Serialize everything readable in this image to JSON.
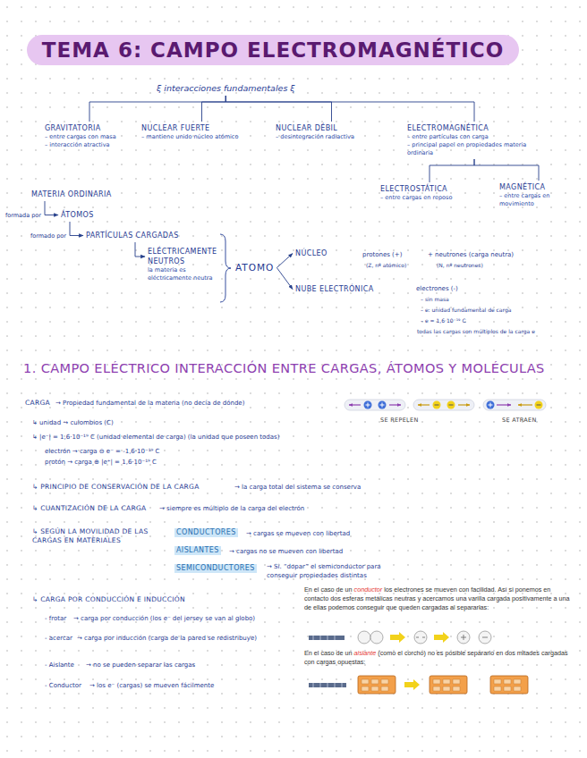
{
  "diagram": {
    "title": "TEMA 6: CAMPO ELECTROMAGNÉTICO",
    "nodes": [
      {
        "text": [
          "ξ interacciones fundamentales ξ"
        ]
      },
      {
        "text": [
          "GRAVITATORIA",
          "– entre cargas con masa",
          "– interacción atractiva"
        ]
      },
      {
        "text": [
          "NUCLEAR FUERTE",
          "– mantiene unido núcleo atómico"
        ]
      },
      {
        "text": [
          "NUCLEAR DÉBIL",
          "– desintegración radiactiva"
        ]
      },
      {
        "text": [
          "ELECTROMAGNÉTICA",
          "– entre partículas con carga",
          "– principal papel en propiedades materia ordinaria"
        ]
      },
      {
        "text": [
          "ELECTROSTÁTICA",
          "– entre cargas en reposo"
        ]
      },
      {
        "text": [
          "MAGNÉTICA",
          "– entre cargas en movimiento"
        ]
      },
      {
        "text": [
          "MATERIA ORDINARIA"
        ]
      },
      {
        "text": [
          "ÁTOMOS"
        ]
      },
      {
        "text": [
          "PARTÍCULAS CARGADAS"
        ]
      },
      {
        "text": [
          "ELÉCTRICAMENTE NEUTROS",
          "la materia es eléctricamente neutra"
        ]
      },
      {
        "text": [
          "ATOMO"
        ]
      },
      {
        "text": [
          "NÚCLEO"
        ]
      },
      {
        "text": [
          "NUBE ELECTRÓNICA"
        ]
      }
    ],
    "edges": [
      {
        "from": 0,
        "to": 1,
        "arrow": "none"
      },
      {
        "from": 0,
        "to": 2,
        "arrow": "none"
      },
      {
        "from": 0,
        "to": 3,
        "arrow": "none"
      },
      {
        "from": 0,
        "to": 4,
        "arrow": "none"
      },
      {
        "from": 4,
        "to": 5,
        "arrow": "none"
      },
      {
        "from": 4,
        "to": 6,
        "arrow": "none"
      },
      {
        "from": 7,
        "to": 8,
        "label": "formada por",
        "arrow": "to"
      },
      {
        "from": 8,
        "to": 9,
        "label": "formado por",
        "arrow": "to"
      },
      {
        "from": 9,
        "to": 10,
        "arrow": "to"
      },
      {
        "from": 11,
        "to": 12,
        "arrow": "to"
      },
      {
        "from": 11,
        "to": 13,
        "arrow": "to"
      }
    ],
    "labels": [
      "protones (+)",
      "(Z, nº atómico)",
      "+ neutrones (carga neutra)",
      "(N, nº neutrones)",
      "electrones (-)",
      "– sin masa",
      "– e: unidad fundamental de carga",
      "– e = 1,6·10⁻¹⁹ C",
      "todas las cargas son múltiplos de la carga e",
      "1. CAMPO ELÉCTRICO INTERACCIÓN ENTRE CARGAS, ÁTOMOS Y MOLÉCULAS",
      "SE REPELEN",
      "SE ATRAEN",
      "CARGA",
      "→ Propiedad fundamental de la materia (no decía de dónde)",
      "↳ unidad → culombios (C)",
      "↳ |e⁻| = 1,6·10⁻¹⁹ C (unidad elemental de carga) (la unidad que poseen todas)",
      "electrón → carga ⊖ e⁻ = -1,6·10⁻¹⁹ C",
      "protón → carga ⊕ |e⁺| = 1,6·10⁻¹⁹ C",
      "↳ PRINCIPIO DE CONSERVACIÓN DE LA CARGA",
      "→ la carga total del sistema se conserva",
      "↳ CUANTIZACIÓN DE LA CARGA",
      "→ siempre es múltiplo de la carga del electrón",
      "↳ SEGÚN LA MOVILIDAD DE LAS CARGAS EN MATERIALES",
      "CONDUCTORES",
      "→ cargas se mueven con libertad",
      "AISLANTES",
      "→ cargas no se mueven con libertad",
      "SEMICONDUCTORES",
      "→ Si. “dopar” el semiconductor para conseguir propiedades distintas",
      "↳ CARGA POR CONDUCCIÓN E INDUCCIÓN",
      "- frotar",
      "→ carga por conducción (los e⁻ del jersey se van al globo)",
      "- acercar",
      "→ carga por inducción (carga de la pared se redistribuye)",
      "- Aislante",
      "→ no se pueden separar las cargas",
      "- Conductor",
      "→ los e⁻ (cargas) se mueven fácilmente",
      "En el caso de un",
      "conductor",
      "los electrones se mueven con facilidad. Así si ponemos en contacto dos esferas metálicas neutras y acercamos una varilla cargada positivamente a una de ellas podemos conseguir que queden cargadas al separarlas:",
      "En el caso de un",
      "aislante",
      "(como el corcho) no es posible separarlo en dos mitades cargadas con cargas opuestas:"
    ]
  }
}
